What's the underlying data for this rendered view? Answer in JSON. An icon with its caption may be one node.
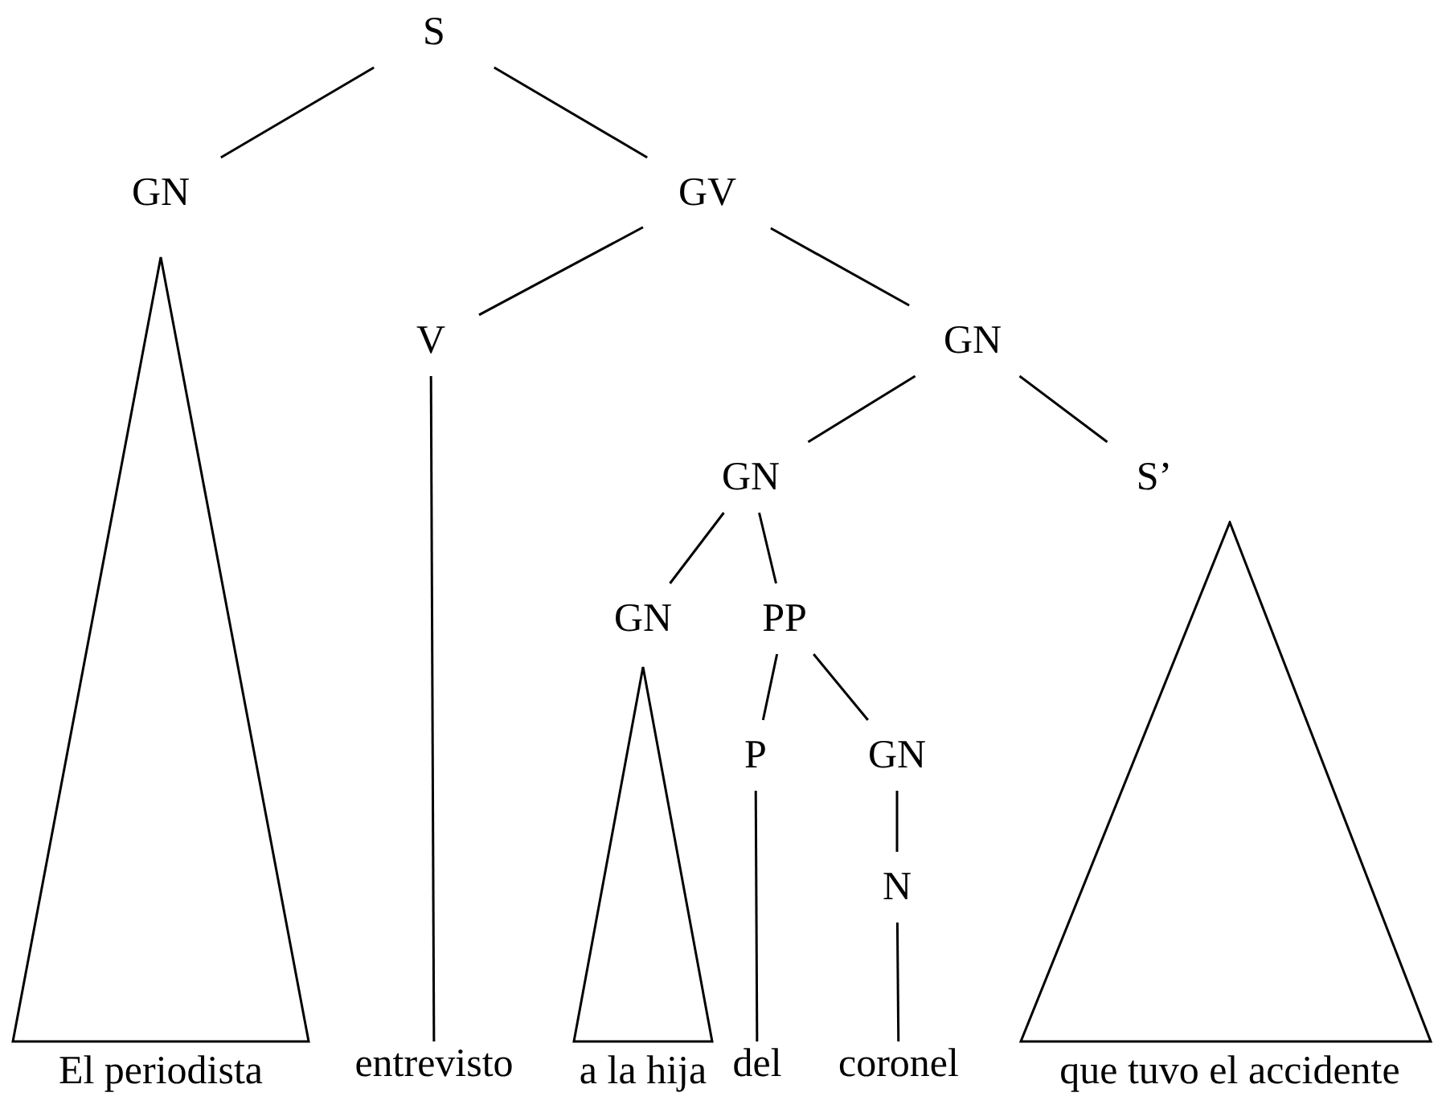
{
  "diagram": {
    "nodes": [
      {
        "text": [
          "S"
        ]
      },
      {
        "text": [
          "GN"
        ]
      },
      {
        "text": [
          "GV"
        ]
      },
      {
        "text": [
          "V"
        ]
      },
      {
        "text": [
          "GN"
        ]
      },
      {
        "text": [
          "GN"
        ]
      },
      {
        "text": [
          "S’"
        ]
      },
      {
        "text": [
          "GN"
        ]
      },
      {
        "text": [
          "PP"
        ]
      },
      {
        "text": [
          "P"
        ]
      },
      {
        "text": [
          "GN"
        ]
      },
      {
        "text": [
          "N"
        ]
      },
      {
        "text": [],
        "shape": "triangle",
        "beside": [
          "El periodista"
        ]
      },
      {
        "text": [
          "entrevisto"
        ]
      },
      {
        "text": [],
        "shape": "triangle",
        "beside": [
          "a la hija"
        ]
      },
      {
        "text": [
          "del"
        ]
      },
      {
        "text": [
          "coronel"
        ]
      },
      {
        "text": [],
        "shape": "triangle",
        "beside": [
          "que tuvo el accidente"
        ]
      }
    ],
    "edges": [
      {
        "from": 0,
        "to": 1,
        "arrow": "none"
      },
      {
        "from": 0,
        "to": 2,
        "arrow": "none"
      },
      {
        "from": 2,
        "to": 3,
        "arrow": "none"
      },
      {
        "from": 2,
        "to": 4,
        "arrow": "none"
      },
      {
        "from": 4,
        "to": 5,
        "arrow": "none"
      },
      {
        "from": 4,
        "to": 6,
        "arrow": "none"
      },
      {
        "from": 5,
        "to": 7,
        "arrow": "none"
      },
      {
        "from": 5,
        "to": 8,
        "arrow": "none"
      },
      {
        "from": 8,
        "to": 9,
        "arrow": "none"
      },
      {
        "from": 8,
        "to": 10,
        "arrow": "none"
      },
      {
        "from": 10,
        "to": 11,
        "arrow": "none"
      },
      {
        "from": 3,
        "to": 13,
        "arrow": "none"
      },
      {
        "from": 9,
        "to": 15,
        "arrow": "none"
      },
      {
        "from": 11,
        "to": 16,
        "arrow": "none"
      }
    ]
  }
}
